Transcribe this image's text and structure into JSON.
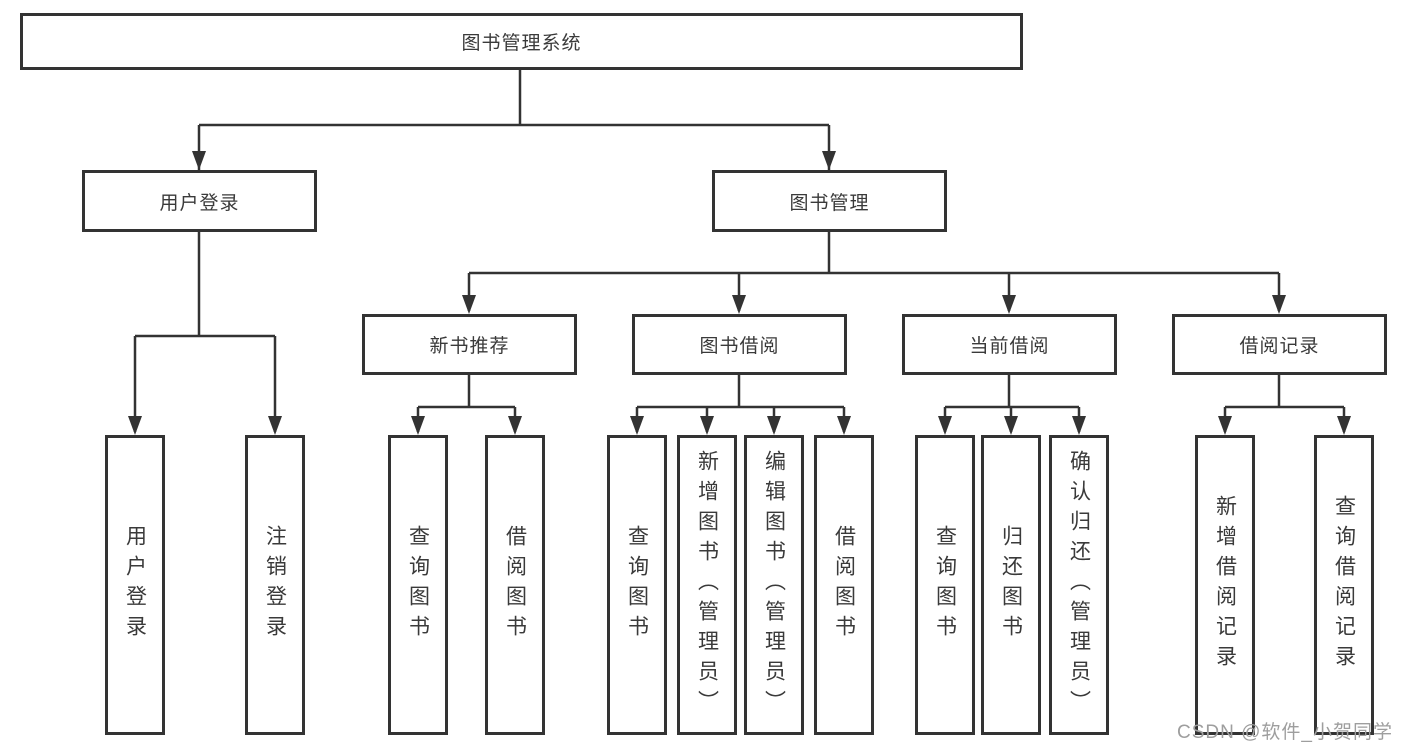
{
  "tree": {
    "label": "图书管理系统",
    "children": [
      {
        "label": "用户登录",
        "children": [
          {
            "label": "用户登录"
          },
          {
            "label": "注销登录"
          }
        ]
      },
      {
        "label": "图书管理",
        "children": [
          {
            "label": "新书推荐",
            "children": [
              {
                "label": "查询图书"
              },
              {
                "label": "借阅图书"
              }
            ]
          },
          {
            "label": "图书借阅",
            "children": [
              {
                "label": "查询图书"
              },
              {
                "label": "新增图书（管理员）"
              },
              {
                "label": "编辑图书（管理员）"
              },
              {
                "label": "借阅图书"
              }
            ]
          },
          {
            "label": "当前借阅",
            "children": [
              {
                "label": "查询图书"
              },
              {
                "label": "归还图书"
              },
              {
                "label": "确认归还（管理员）"
              }
            ]
          },
          {
            "label": "借阅记录",
            "children": [
              {
                "label": "新增借阅记录"
              },
              {
                "label": "查询借阅记录"
              }
            ]
          }
        ]
      }
    ]
  },
  "watermark": "CSDN @软件_小贺同学",
  "colors": {
    "line": "#333333",
    "box_border": "#333333",
    "text": "#3a3a3a",
    "watermark": "#9e9e9e",
    "background": "#ffffff"
  }
}
